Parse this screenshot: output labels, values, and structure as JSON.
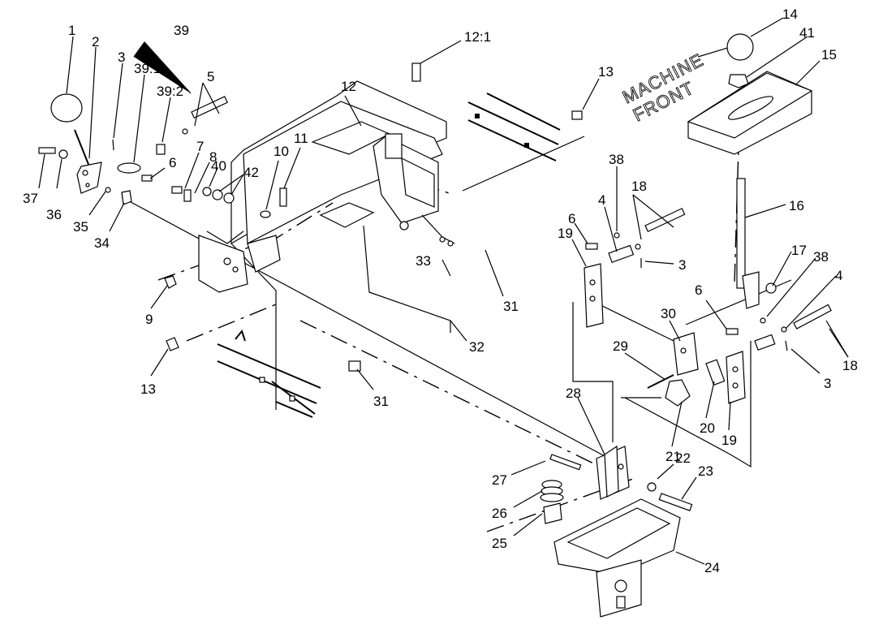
{
  "diagram": {
    "orientation_text": [
      "MACHINE",
      "FRONT"
    ],
    "callouts": [
      {
        "id": "c1",
        "text": "1"
      },
      {
        "id": "c2",
        "text": "2"
      },
      {
        "id": "c3a",
        "text": "3"
      },
      {
        "id": "c39",
        "text": "39"
      },
      {
        "id": "c391",
        "text": "39:1"
      },
      {
        "id": "c392",
        "text": "39:2"
      },
      {
        "id": "c5",
        "text": "5"
      },
      {
        "id": "c37",
        "text": "37"
      },
      {
        "id": "c36",
        "text": "36"
      },
      {
        "id": "c35",
        "text": "35"
      },
      {
        "id": "c34",
        "text": "34"
      },
      {
        "id": "c6a",
        "text": "6"
      },
      {
        "id": "c7",
        "text": "7"
      },
      {
        "id": "c8",
        "text": "8"
      },
      {
        "id": "c40",
        "text": "40"
      },
      {
        "id": "c42",
        "text": "42"
      },
      {
        "id": "c10",
        "text": "10"
      },
      {
        "id": "c11",
        "text": "11"
      },
      {
        "id": "c12",
        "text": "12"
      },
      {
        "id": "c121",
        "text": "12:1"
      },
      {
        "id": "c13a",
        "text": "13"
      },
      {
        "id": "c9",
        "text": "9"
      },
      {
        "id": "c13b",
        "text": "13"
      },
      {
        "id": "c31a",
        "text": "31"
      },
      {
        "id": "c33",
        "text": "33"
      },
      {
        "id": "c32",
        "text": "32"
      },
      {
        "id": "c31b",
        "text": "31"
      },
      {
        "id": "c14",
        "text": "14"
      },
      {
        "id": "c41",
        "text": "41"
      },
      {
        "id": "c15",
        "text": "15"
      },
      {
        "id": "c16",
        "text": "16"
      },
      {
        "id": "c38a",
        "text": "38"
      },
      {
        "id": "c18a",
        "text": "18"
      },
      {
        "id": "c6b",
        "text": "6"
      },
      {
        "id": "c4a",
        "text": "4"
      },
      {
        "id": "c19a",
        "text": "19"
      },
      {
        "id": "c3b",
        "text": "3"
      },
      {
        "id": "c17",
        "text": "17"
      },
      {
        "id": "c38b",
        "text": "38"
      },
      {
        "id": "c4b",
        "text": "4"
      },
      {
        "id": "c6c",
        "text": "6"
      },
      {
        "id": "c30",
        "text": "30"
      },
      {
        "id": "c29",
        "text": "29"
      },
      {
        "id": "c18b",
        "text": "18"
      },
      {
        "id": "c3c",
        "text": "3"
      },
      {
        "id": "c20",
        "text": "20"
      },
      {
        "id": "c19b",
        "text": "19"
      },
      {
        "id": "c21",
        "text": "21"
      },
      {
        "id": "c28",
        "text": "28"
      },
      {
        "id": "c22",
        "text": "22"
      },
      {
        "id": "c23",
        "text": "23"
      },
      {
        "id": "c27",
        "text": "27"
      },
      {
        "id": "c26",
        "text": "26"
      },
      {
        "id": "c25",
        "text": "25"
      },
      {
        "id": "c24",
        "text": "24"
      }
    ]
  }
}
